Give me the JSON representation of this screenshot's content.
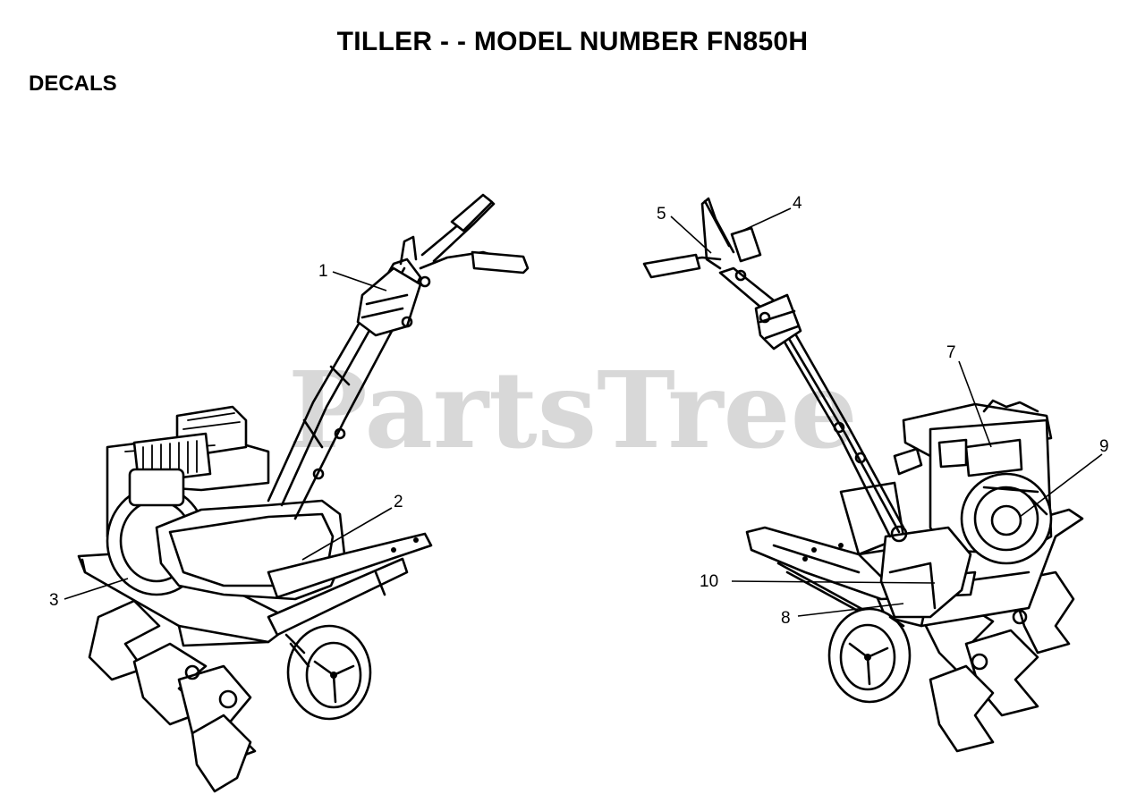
{
  "title": "TILLER - - MODEL NUMBER FN850H",
  "section": "DECALS",
  "watermark": "PartsTree",
  "callouts": {
    "c1": "1",
    "c2": "2",
    "c3": "3",
    "c4": "4",
    "c5": "5",
    "c7": "7",
    "c8": "8",
    "c9": "9",
    "c10": "10"
  }
}
